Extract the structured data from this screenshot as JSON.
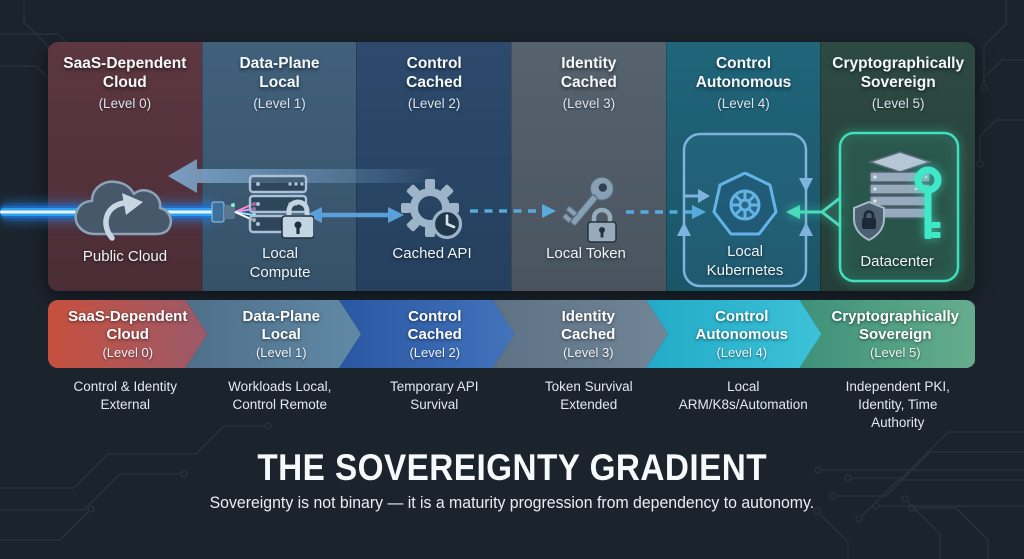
{
  "levels": [
    {
      "name_line1": "SaaS-Dependent",
      "name_line2": "Cloud",
      "level": "(Level 0)",
      "icon": "cloud-icon",
      "icon_label": "Public Cloud",
      "description": "Control & Identity External",
      "panel_color": "#5d3741",
      "banner_colors": [
        "#c7503f",
        "#9a5a69"
      ]
    },
    {
      "name_line1": "Data-Plane",
      "name_line2": "Local",
      "level": "(Level 1)",
      "icon": "server-lock-icon",
      "icon_label": "Local Compute",
      "description": "Workloads Local, Control Remote",
      "panel_color": "#41607b",
      "banner_colors": [
        "#4e6f8a",
        "#6189a6"
      ]
    },
    {
      "name_line1": "Control",
      "name_line2": "Cached",
      "level": "(Level 2)",
      "icon": "gear-clock-icon",
      "icon_label": "Cached API",
      "description": "Temporary API Survival",
      "panel_color": "#2d4a6c",
      "banner_colors": [
        "#2a57a2",
        "#4273bb"
      ]
    },
    {
      "name_line1": "Identity",
      "name_line2": "Cached",
      "level": "(Level 3)",
      "icon": "key-lock-icon",
      "icon_label": "Local Token",
      "description": "Token Survival Extended",
      "panel_color": "#56626e",
      "banner_colors": [
        "#5d7284",
        "#718598"
      ]
    },
    {
      "name_line1": "Control",
      "name_line2": "Autonomous",
      "level": "(Level 4)",
      "icon": "kubernetes-icon",
      "icon_label": "Local Kubernetes",
      "description": "Local ARM/K8s/Automation",
      "panel_color": "#20657a",
      "banner_colors": [
        "#23aac6",
        "#3cc2d8"
      ]
    },
    {
      "name_line1": "Cryptographically",
      "name_line2": "Sovereign",
      "level": "(Level 5)",
      "icon": "datacenter-key-icon",
      "icon_label": "Datacenter",
      "description": "Independent PKI, Identity, Time Authority",
      "panel_color": "#2d4a42",
      "banner_colors": [
        "#3e9179",
        "#66ad8e"
      ]
    }
  ],
  "colors": {
    "background": "#1b232c",
    "beam_blue": "#2f9ff0",
    "arrow_blue": "#5b9fd9",
    "dashed_blue": "#56aadc",
    "loop_blue": "#7fb2dc",
    "sovereign_teal": "#3fe0bc",
    "circuit_trace": "#28323d"
  },
  "footer": {
    "title": "THE SOVEREIGNTY GRADIENT",
    "subtitle": "Sovereignty is not binary — it is a maturity progression from dependency to autonomy."
  }
}
